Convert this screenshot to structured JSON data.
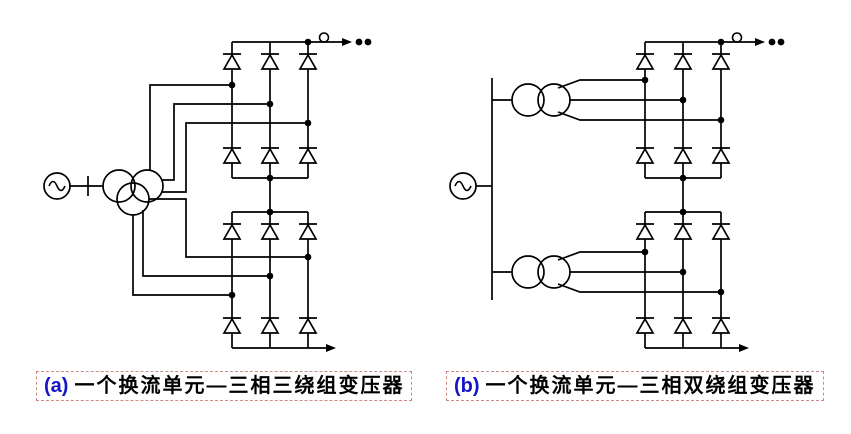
{
  "captions": {
    "a": {
      "index": "(a)",
      "text": "一个换流单元—三相三绕组变压器"
    },
    "b": {
      "index": "(b)",
      "text": "一个换流单元—三相双绕组变压器"
    }
  },
  "colors": {
    "line": "#000000",
    "caption_index": "#1515c8",
    "caption_text": "#000000",
    "caption_border": "#d08989",
    "background": "#ffffff"
  }
}
